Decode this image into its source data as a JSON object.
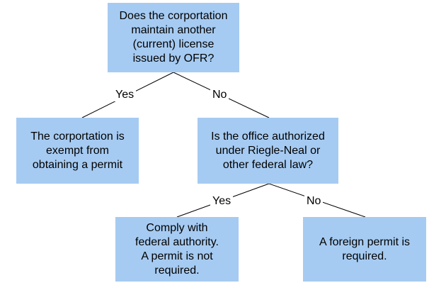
{
  "nodes": {
    "q1": "Does the corportation\nmaintain another\n(current) license\nissued by OFR?",
    "exempt": "The corportation is\nexempt from\nobtaining a permit",
    "q2": "Is the office authorized\nunder Riegle-Neal or\nother federal law?",
    "federal": "Comply with\nfederal authority.\nA permit is not\nrequired.",
    "foreign": "A foreign permit is\nrequired."
  },
  "edges": {
    "q1_yes": "Yes",
    "q1_no": "No",
    "q2_yes": "Yes",
    "q2_no": "No"
  },
  "colors": {
    "box_fill": "#a6cbf2",
    "line": "#000000"
  }
}
